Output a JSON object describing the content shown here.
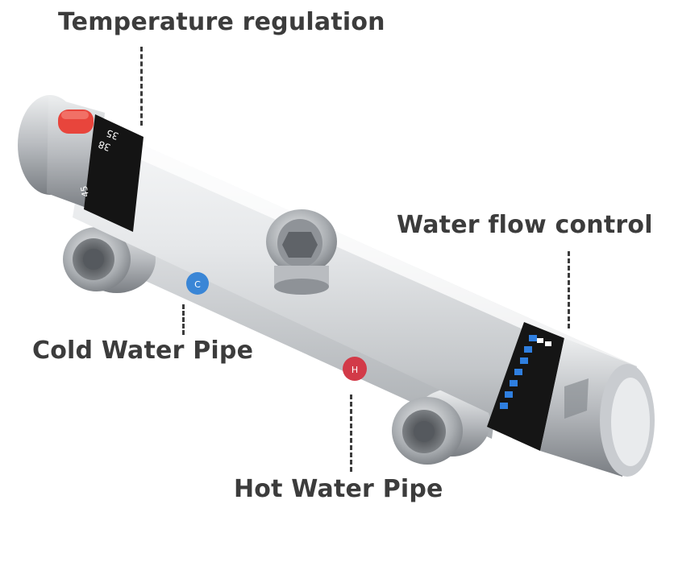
{
  "labels": {
    "temperature": "Temperature regulation",
    "flow": "Water flow control",
    "cold": "Cold Water Pipe",
    "hot": "Hot Water Pipe"
  },
  "dial": {
    "temp_ticks": [
      "35",
      "38",
      "45"
    ],
    "cold_mark": "C",
    "hot_mark": "H"
  },
  "colors": {
    "label_text": "#3c3c3c",
    "chrome": "#d6d8da",
    "red_button": "#e8453c",
    "cold_badge": "#3a86d6",
    "hot_badge": "#d23a48",
    "flow_scale": "#2f7fe0"
  },
  "icons": {
    "safety_button": "red-safety-button",
    "cold": "cold-water-badge",
    "hot": "hot-water-badge"
  }
}
